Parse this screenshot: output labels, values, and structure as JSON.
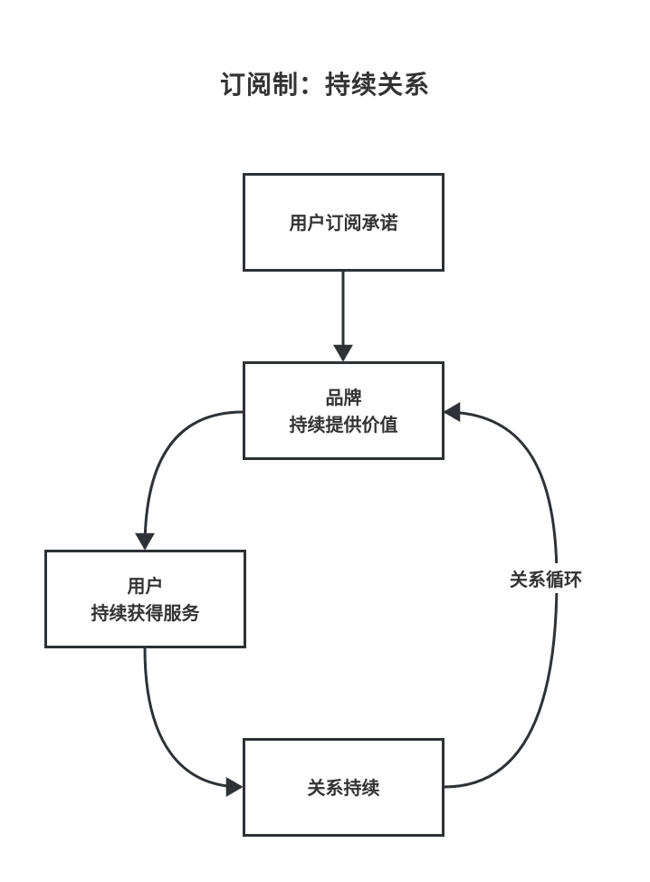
{
  "title": "订阅制：持续关系",
  "colors": {
    "stroke": "#2e3236",
    "text": "#333333",
    "background": "#ffffff"
  },
  "nodes": [
    {
      "id": "commit",
      "lines": [
        "用户订阅承诺"
      ]
    },
    {
      "id": "brand",
      "lines": [
        "品牌",
        "持续提供价值"
      ]
    },
    {
      "id": "user",
      "lines": [
        "用户",
        "持续获得服务"
      ]
    },
    {
      "id": "relation",
      "lines": [
        "关系持续"
      ]
    }
  ],
  "edges": [
    {
      "from": "commit",
      "to": "brand",
      "label": ""
    },
    {
      "from": "brand",
      "to": "user",
      "label": ""
    },
    {
      "from": "user",
      "to": "relation",
      "label": ""
    },
    {
      "from": "relation",
      "to": "brand",
      "label": "关系循环"
    }
  ]
}
